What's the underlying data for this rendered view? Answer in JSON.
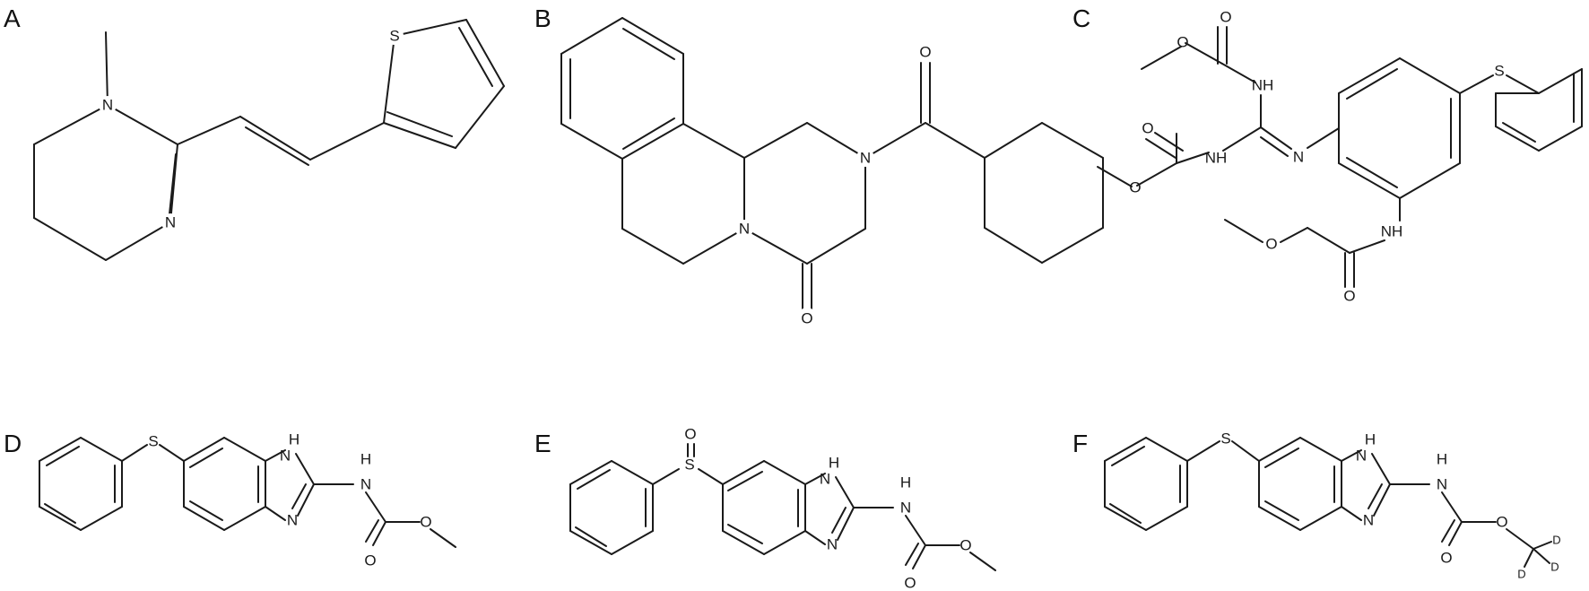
{
  "panels": [
    {
      "id": "A",
      "letter": "A",
      "atoms": [
        "N",
        "N",
        "S"
      ]
    },
    {
      "id": "B",
      "letter": "B",
      "atoms": [
        "N",
        "N",
        "O",
        "O"
      ]
    },
    {
      "id": "C",
      "letter": "C",
      "atoms": [
        "O",
        "O",
        "NH",
        "O",
        "O",
        "NH",
        "N",
        "S",
        "NH",
        "O",
        "O"
      ]
    },
    {
      "id": "D",
      "letter": "D",
      "atoms": [
        "S",
        "H",
        "N",
        "H",
        "N",
        "N",
        "O",
        "O"
      ]
    },
    {
      "id": "E",
      "letter": "E",
      "atoms": [
        "O",
        "S",
        "H",
        "N",
        "H",
        "N",
        "N",
        "O",
        "O"
      ]
    },
    {
      "id": "F",
      "letter": "F",
      "atoms": [
        "S",
        "H",
        "N",
        "H",
        "N",
        "N",
        "O",
        "O",
        "D",
        "D",
        "D"
      ]
    }
  ]
}
